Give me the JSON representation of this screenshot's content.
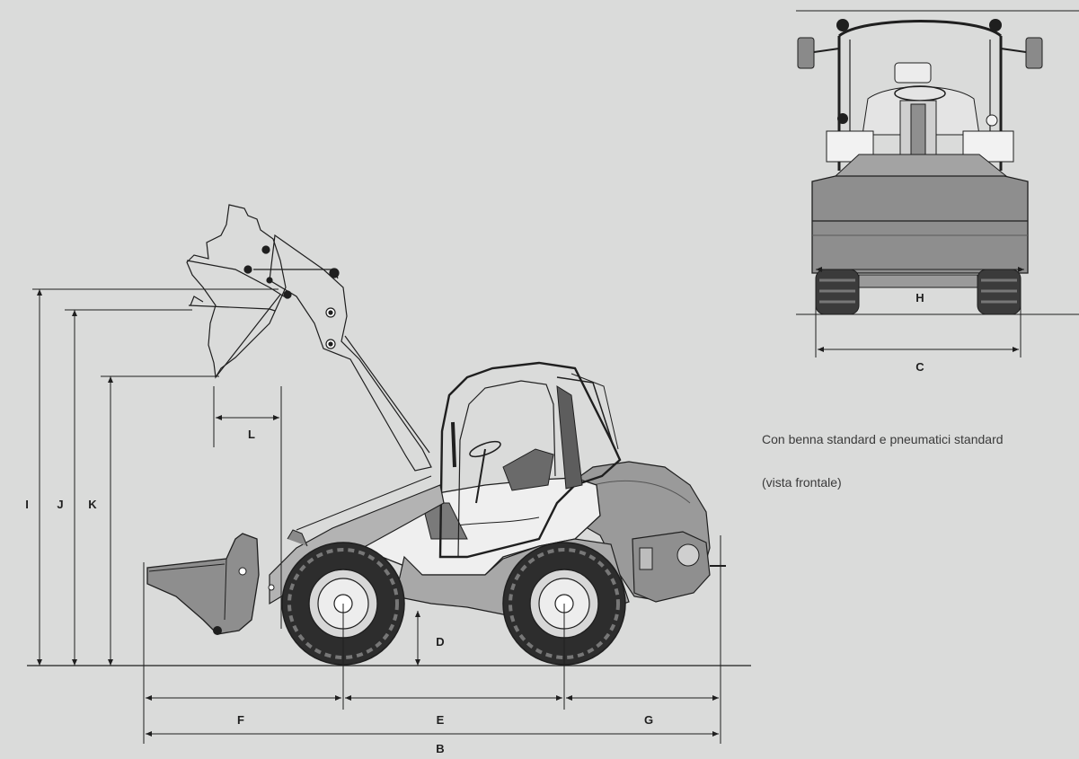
{
  "colors": {
    "background": "#dadbda",
    "line": "#1f1f1f",
    "body_white": "#f1f1f1",
    "body_grey": "#9d9d9d",
    "body_dark": "#6e6e6e",
    "tire": "#2b2b2b",
    "bucket": "#8e8e8e"
  },
  "dimensions": {
    "I": "I",
    "J": "J",
    "K": "K",
    "L": "L",
    "D": "D",
    "F": "F",
    "E": "E",
    "G": "G",
    "B": "B",
    "H": "H",
    "C": "C"
  },
  "caption": {
    "line1": "Con benna standard e pneumatici standard",
    "line2": "(vista frontale)"
  }
}
